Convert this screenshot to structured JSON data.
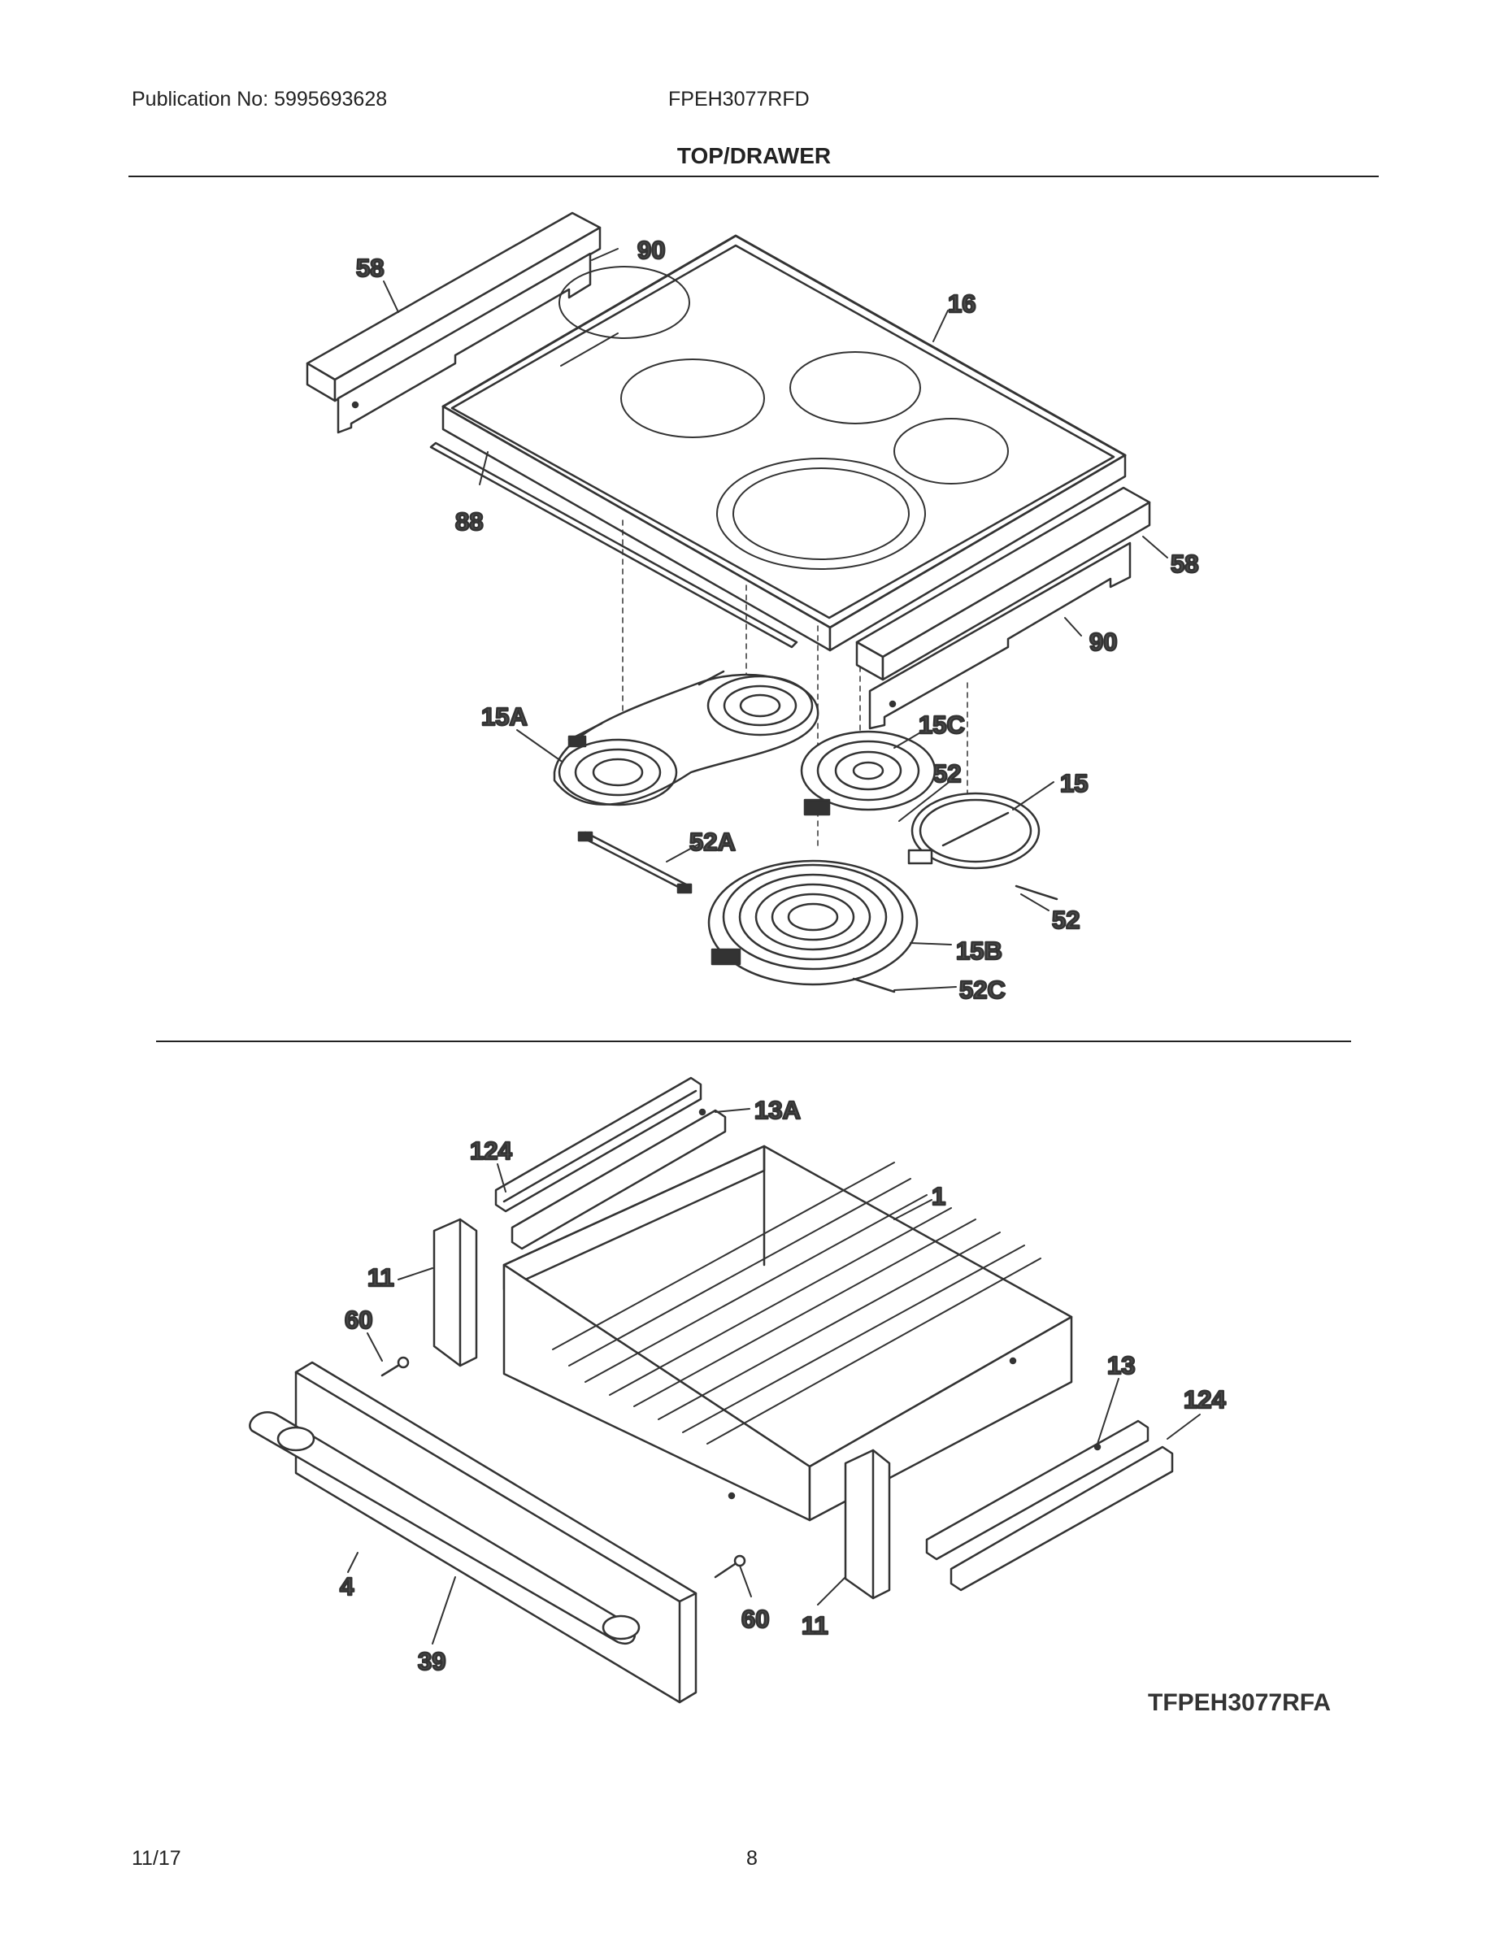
{
  "header": {
    "publication": "Publication No: 5995693628",
    "model": "FPEH3077RFD",
    "title": "TOP/DRAWER"
  },
  "callouts": {
    "top": {
      "c58a": "58",
      "c90a": "90",
      "c16": "16",
      "c88": "88",
      "c58b": "58",
      "c90b": "90",
      "c15A": "15A",
      "c15C": "15C",
      "c52a": "52",
      "c15": "15",
      "c52A": "52A",
      "c52b": "52",
      "c15B": "15B",
      "c52C": "52C"
    },
    "drawer": {
      "c13A": "13A",
      "c124a": "124",
      "c1": "1",
      "c11a": "11",
      "c60a": "60",
      "c13": "13",
      "c124b": "124",
      "c4": "4",
      "c39": "39",
      "c60b": "60",
      "c11b": "11"
    }
  },
  "diagram_code": "TFPEH3077RFA",
  "footer": {
    "date": "11/17",
    "page": "8"
  }
}
